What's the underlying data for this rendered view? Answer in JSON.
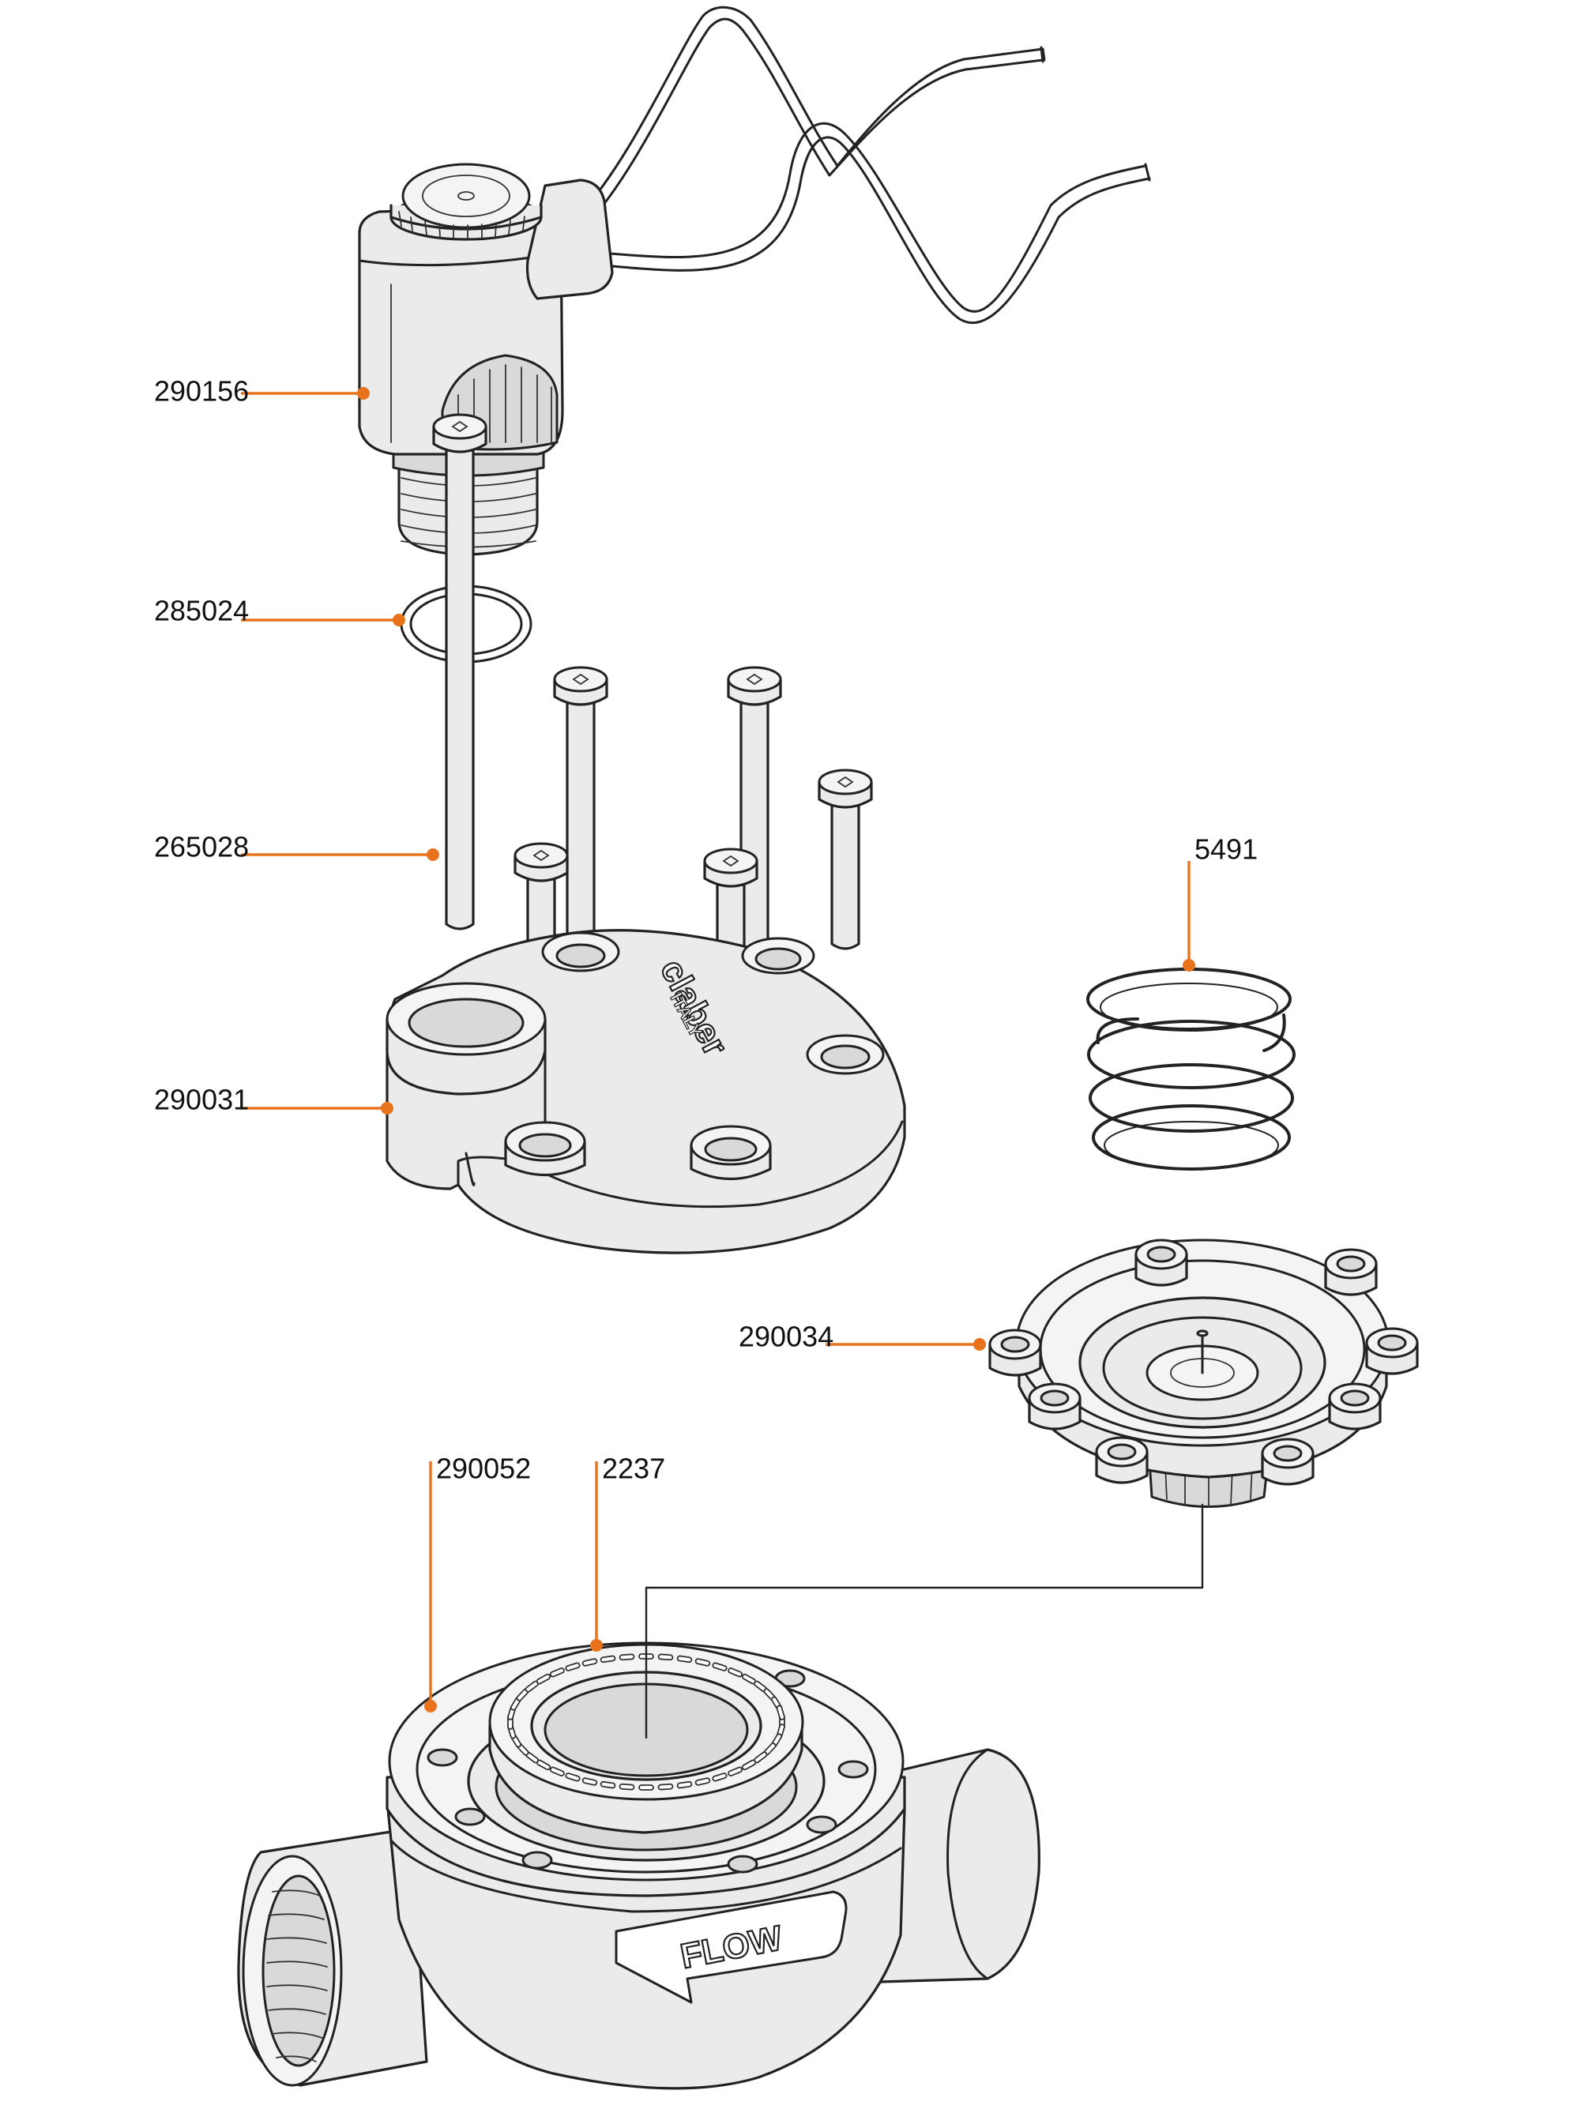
{
  "callouts": [
    {
      "id": "solenoid",
      "label": "290156"
    },
    {
      "id": "o-ring",
      "label": "285024"
    },
    {
      "id": "screws",
      "label": "265028"
    },
    {
      "id": "bonnet",
      "label": "290031"
    },
    {
      "id": "spring",
      "label": "5491"
    },
    {
      "id": "diaphragm",
      "label": "290034"
    },
    {
      "id": "valve-body",
      "label": "290052"
    },
    {
      "id": "seat-ring",
      "label": "2237"
    }
  ],
  "body_marking": {
    "flow_text": "FLOW"
  },
  "bonnet_marking": {
    "brand_text": "claber",
    "origin_text": "ITALY"
  },
  "colors": {
    "leader": "#e8731c",
    "outline": "#222222",
    "fill": "#ebebeb"
  }
}
